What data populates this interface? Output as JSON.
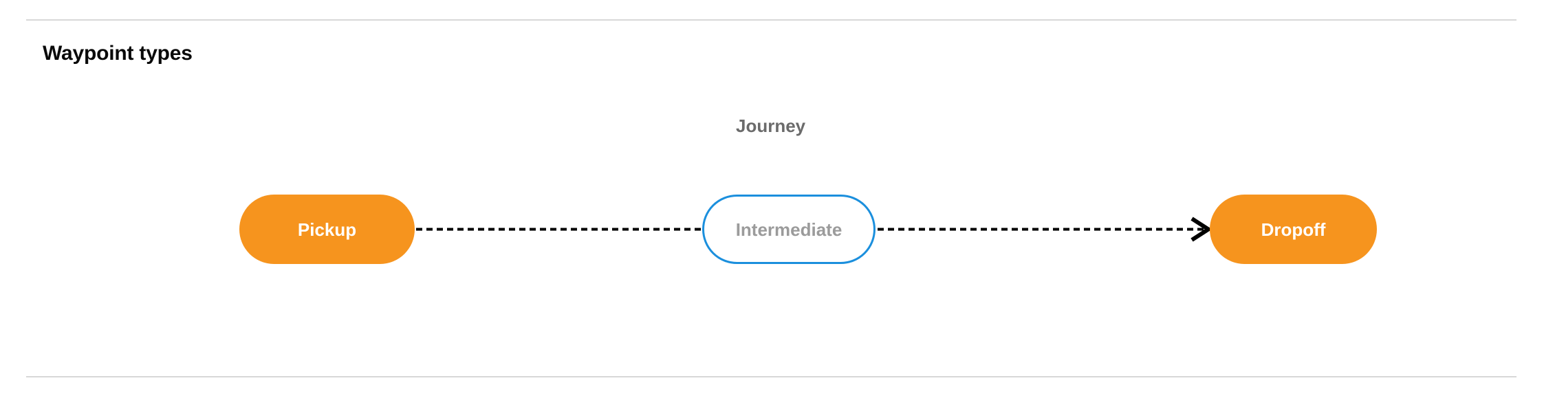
{
  "section": {
    "title": "Waypoint types"
  },
  "dividers": {
    "top_name": "top-divider",
    "bottom_name": "bottom-divider",
    "color": "#d8d8d8"
  },
  "diagram": {
    "caption": "Journey",
    "caption_color": "#6b6b6b",
    "nodes": [
      {
        "id": "pickup",
        "label": "Pickup",
        "kind": "terminal",
        "fill": "#f6941e",
        "text_color": "#ffffff",
        "border_color": "none"
      },
      {
        "id": "intermediate",
        "label": "Intermediate",
        "kind": "optional",
        "fill": "#ffffff",
        "text_color": "#9b9b9b",
        "border_color": "#1b8fdd"
      },
      {
        "id": "dropoff",
        "label": "Dropoff",
        "kind": "terminal",
        "fill": "#f6941e",
        "text_color": "#ffffff",
        "border_color": "none"
      }
    ],
    "edges": [
      {
        "id": "pickup-to-intermediate",
        "from": "pickup",
        "to": "intermediate",
        "style": "dashed",
        "color": "#000000",
        "arrowhead": false
      },
      {
        "id": "intermediate-to-dropoff",
        "from": "intermediate",
        "to": "dropoff",
        "style": "dashed",
        "color": "#000000",
        "arrowhead": true
      }
    ]
  }
}
